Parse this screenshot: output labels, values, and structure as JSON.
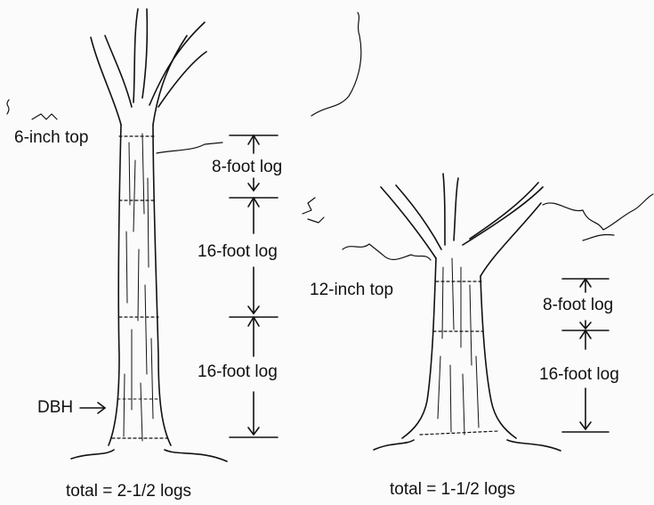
{
  "diagram": {
    "left_tree": {
      "top_label": "6-inch top",
      "log_labels": [
        "8-foot log",
        "16-foot log",
        "16-foot log"
      ],
      "dbh_label": "DBH",
      "total": "total = 2-1/2 logs"
    },
    "right_tree": {
      "top_label": "12-inch top",
      "log_labels": [
        "8-foot log",
        "16-foot log"
      ],
      "total": "total = 1-1/2 logs"
    },
    "colors": {
      "ink": "#111111",
      "paper": "#fbfbfb"
    }
  }
}
